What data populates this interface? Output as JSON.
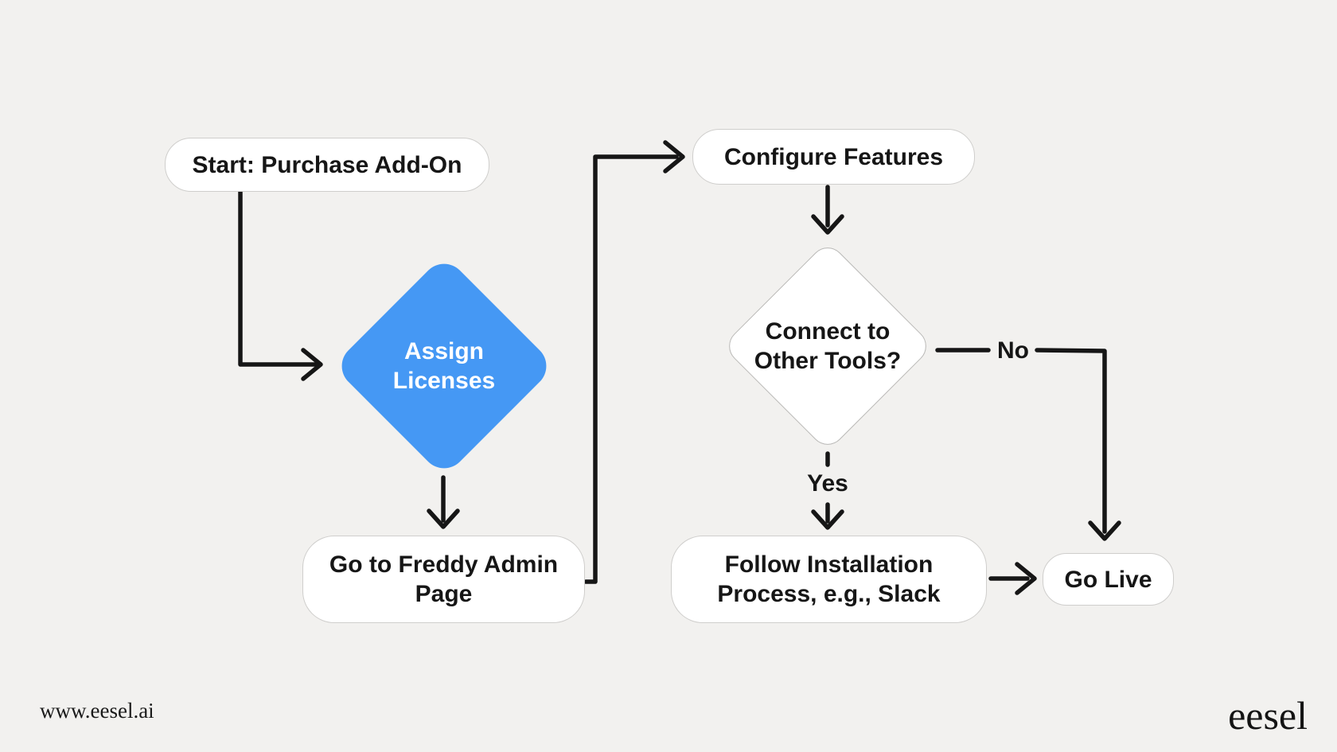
{
  "flowchart": {
    "nodes": {
      "start": {
        "label": "Start: Purchase Add-On",
        "shape": "rounded-rect"
      },
      "assign_licenses": {
        "label": "Assign Licenses",
        "shape": "diamond",
        "fill": "#4598F4"
      },
      "freddy_admin": {
        "label": "Go to Freddy Admin Page",
        "shape": "rounded-rect"
      },
      "configure_features": {
        "label": "Configure Features",
        "shape": "rounded-rect"
      },
      "connect_tools": {
        "label": "Connect to Other Tools?",
        "shape": "diamond",
        "fill": "#FFFFFF"
      },
      "follow_installation": {
        "label": "Follow Installation Process, e.g., Slack",
        "shape": "rounded-rect"
      },
      "go_live": {
        "label": "Go Live",
        "shape": "rounded-rect"
      }
    },
    "edge_labels": {
      "yes": "Yes",
      "no": "No"
    },
    "edges": [
      "start -> assign_licenses",
      "assign_licenses -> freddy_admin",
      "freddy_admin -> configure_features",
      "configure_features -> connect_tools",
      "connect_tools -yes-> follow_installation",
      "connect_tools -no-> go_live",
      "follow_installation -> go_live"
    ]
  },
  "footer": {
    "website": "www.eesel.ai",
    "logo": "eesel"
  },
  "colors": {
    "background": "#F2F1EF",
    "node_fill": "#FFFFFF",
    "node_border": "#CFCECC",
    "accent_blue": "#4598F4",
    "line": "#161616",
    "text": "#161616",
    "text_on_accent": "#FFFFFF"
  }
}
